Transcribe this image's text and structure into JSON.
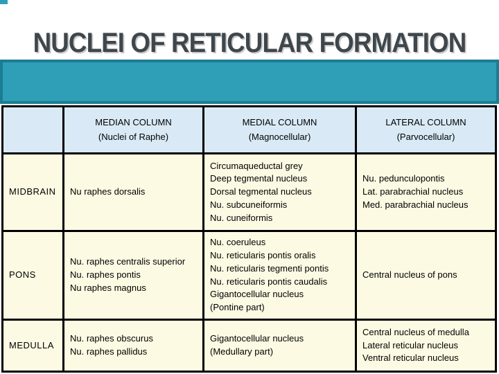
{
  "slide": {
    "title": "NUCLEI OF RETICULAR FORMATION"
  },
  "colors": {
    "banner_fill": "#2E9FB6",
    "banner_border": "#1c7c94",
    "header_cell_bg": "#d9eaf6",
    "body_cell_bg": "#fdfae3",
    "title_text": "#3f474c",
    "table_border": "#000000"
  },
  "table": {
    "headers": {
      "region": "",
      "median": [
        "MEDIAN COLUMN",
        "(Nuclei of Raphe)"
      ],
      "medial": [
        "MEDIAL COLUMN",
        "(Magnocellular)"
      ],
      "lateral": [
        "LATERAL COLUMN",
        "(Parvocellular)"
      ]
    },
    "rows": [
      {
        "region": "MIDBRAIN",
        "median": [
          "Nu raphes dorsalis"
        ],
        "medial": [
          "Circumaqueductal grey",
          "Deep tegmental nucleus",
          "Dorsal tegmental nucleus",
          "Nu. subcuneiformis",
          "Nu. cuneiformis"
        ],
        "lateral": [
          "Nu. pedunculopontis",
          "Lat. parabrachial nucleus",
          "Med. parabrachial nucleus"
        ]
      },
      {
        "region": "PONS",
        "median": [
          "Nu. raphes centralis superior",
          "Nu. raphes pontis",
          "Nu raphes magnus"
        ],
        "medial": [
          "Nu. coeruleus",
          "Nu. reticularis pontis oralis",
          "Nu. reticularis tegmenti pontis",
          "Nu. reticularis pontis caudalis",
          "Gigantocellular nucleus",
          "(Pontine part)"
        ],
        "lateral": [
          "Central nucleus of pons"
        ]
      },
      {
        "region": "MEDULLA",
        "median": [
          "Nu. raphes obscurus",
          "Nu. raphes pallidus"
        ],
        "medial": [
          "Gigantocellular nucleus",
          "(Medullary part)"
        ],
        "lateral": [
          "Central nucleus of medulla",
          "Lateral reticular nucleus",
          "Ventral reticular nucleus"
        ]
      }
    ]
  }
}
